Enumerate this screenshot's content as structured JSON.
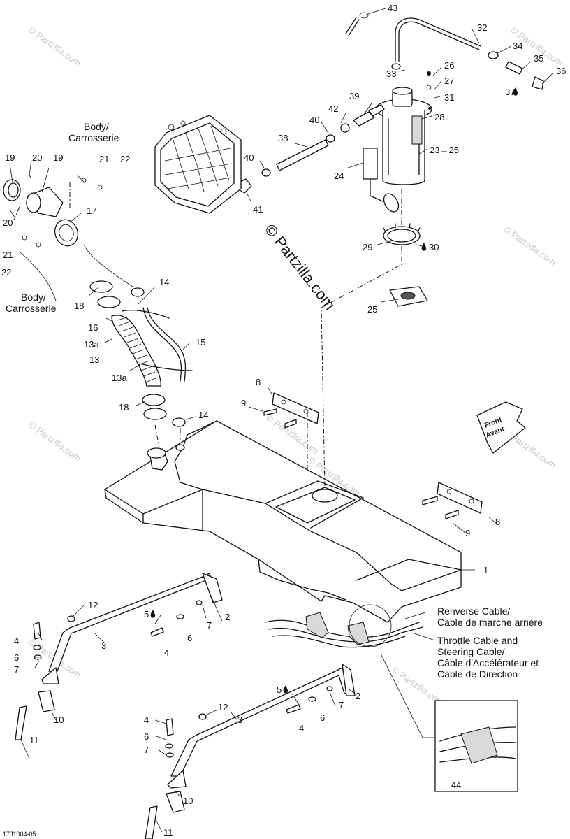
{
  "watermark": "© Partzilla.com",
  "copyright": "© Partzilla.com",
  "drawing_code": "17J1004-05",
  "front_arrow": {
    "line1": "Front",
    "line2": "Avant"
  },
  "notes": {
    "body_top": {
      "line1": "Body/",
      "line2": "Carrosserie"
    },
    "body_left": {
      "line1": "Body/",
      "line2": "Carrosserie"
    },
    "reverse_cable": {
      "line1": "Renverse Cable/",
      "line2": "Câble de marche arrière"
    },
    "throttle_cable": {
      "line1": "Throttle Cable and",
      "line2": "Steering Cable/",
      "line3": "Câble d'Accélérateur et",
      "line4": "Câble de Direction"
    }
  },
  "callouts": [
    "43",
    "32",
    "34",
    "35",
    "36",
    "37",
    "26",
    "27",
    "31",
    "28",
    "33",
    "39",
    "42",
    "40",
    "38",
    "40",
    "41",
    "24",
    "23",
    "25",
    "29",
    "30",
    "25",
    "19",
    "20",
    "19",
    "21",
    "22",
    "20",
    "17",
    "21",
    "22",
    "14",
    "18",
    "16",
    "13a",
    "13",
    "13a",
    "15",
    "18",
    "14",
    "8",
    "9",
    "8",
    "9",
    "1",
    "12",
    "5",
    "2",
    "7",
    "6",
    "4",
    "3",
    "4",
    "6",
    "7",
    "10",
    "11",
    "12",
    "5",
    "2",
    "7",
    "6",
    "4",
    "3",
    "4",
    "6",
    "7",
    "10",
    "11",
    "44"
  ],
  "symbols": {
    "arrow": "→",
    "drop": "drop-icon"
  }
}
